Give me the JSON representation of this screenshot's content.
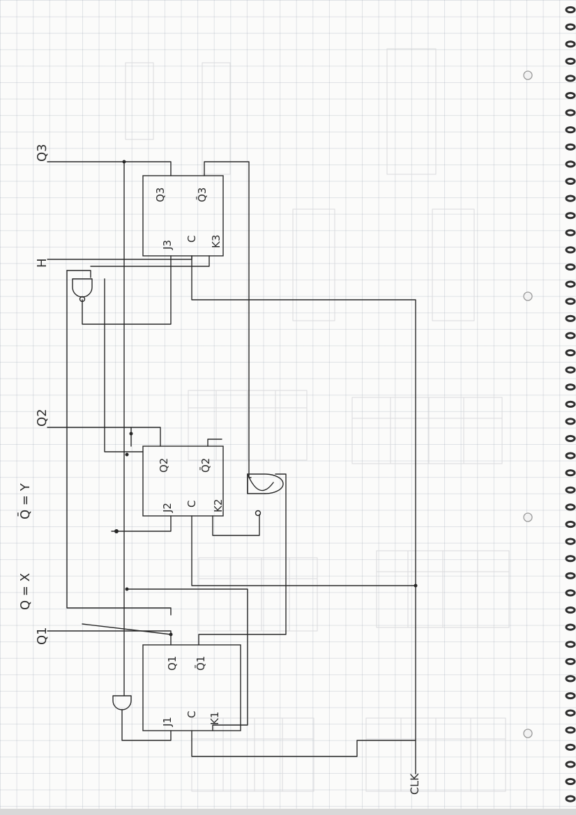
{
  "diagram": {
    "signals": {
      "q3": "Q3",
      "h": "H",
      "q2": "Q2",
      "q1": "Q1",
      "clk": "CLK",
      "q_eq": "Q = X",
      "qbar_eq": "Q̄ = Y"
    },
    "flipflops": [
      {
        "q": "Q3",
        "qbar": "Q̄3",
        "j": "J3",
        "c": "C",
        "k": "K3"
      },
      {
        "q": "Q2",
        "qbar": "Q̄2",
        "j": "J2",
        "c": "C",
        "k": "K2"
      },
      {
        "q": "Q1",
        "qbar": "Q̄1",
        "j": "J1",
        "c": "C",
        "k": "K1"
      }
    ]
  }
}
